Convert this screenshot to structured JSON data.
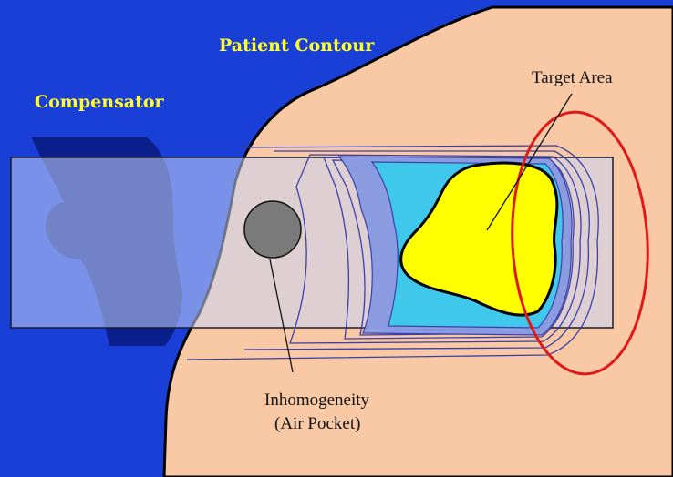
{
  "labels": {
    "patient_contour": "Patient Contour",
    "compensator": "Compensator",
    "target_area": "Target Area",
    "inhomogeneity_line1": "Inhomogeneity",
    "inhomogeneity_line2": "(Air Pocket)"
  },
  "colors": {
    "background": "#1a3fd6",
    "patient_tissue": "#f8c9a4",
    "compensator": "#0a1e8c",
    "beam": "#c9d6f7",
    "high_dose_region": "#3fc8ec",
    "mid_dose_band": "#8a9be0",
    "target": "#ffff00",
    "air_pocket": "#7a7a7a",
    "target_circle": "#e01818",
    "label_yellow": "#ffff33"
  }
}
